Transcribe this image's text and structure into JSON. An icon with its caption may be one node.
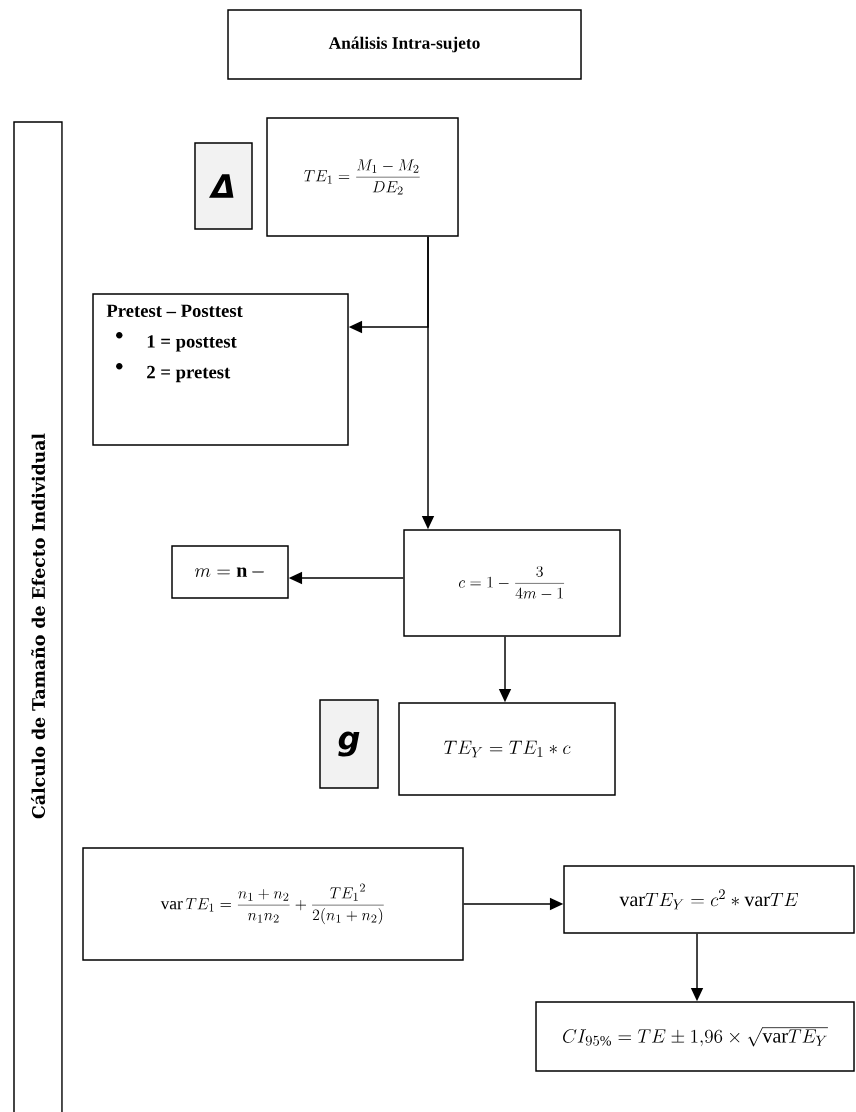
{
  "diagram": {
    "nodes": [
      {
        "text": [
          "Análisis Intra-sujeto"
        ]
      },
      {
        "text": [
          "Cálculo de Tamaño de Efecto Individual"
        ]
      },
      {
        "text": [
          "Δ"
        ]
      },
      {
        "text": [
          "TE_1 = \\frac{M_1 - M_2}{DE_2}"
        ]
      },
      {
        "text": [
          "Pretest – Posttest",
          "1 = posttest",
          "2 = pretest"
        ]
      },
      {
        "text": [
          "c = 1 - \\frac{3}{4m - 1}"
        ]
      },
      {
        "text": [
          "m = \\mathbf{n}\\,-"
        ]
      },
      {
        "text": [
          "g"
        ]
      },
      {
        "text": [
          "TE_Y = TE_1 * c"
        ]
      },
      {
        "text": [
          "\\mathrm{var}\\,TE_1 = \\frac{n_1 + n_2}{n_1 n_2} + \\frac{{TE_1}^2}{2(n_1 + n_2)}"
        ]
      },
      {
        "text": [
          "\\mathrm{var}TE_Y = c^2 * \\mathrm{var}TE"
        ]
      },
      {
        "text": [
          "CI_{95\\%} = TE \\pm 1{,}96 \\times \\sqrt{\\mathrm{var}TE_Y}"
        ]
      }
    ],
    "edges": [
      {
        "from": 3,
        "to": 4,
        "arrow": "to"
      },
      {
        "from": 3,
        "to": 5,
        "arrow": "to"
      },
      {
        "from": 5,
        "to": 6,
        "arrow": "to"
      },
      {
        "from": 5,
        "to": 8,
        "arrow": "to"
      },
      {
        "from": 9,
        "to": 10,
        "arrow": "to"
      },
      {
        "from": 10,
        "to": 11,
        "arrow": "to"
      }
    ]
  }
}
